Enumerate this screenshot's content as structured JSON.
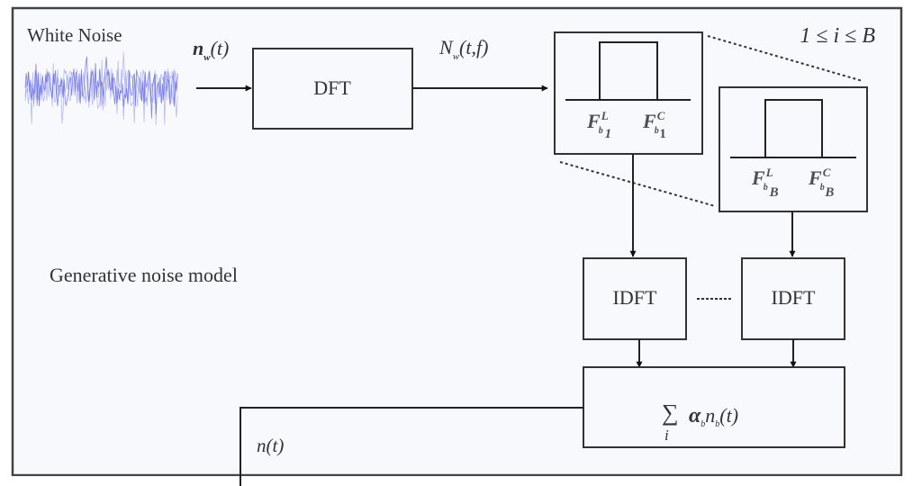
{
  "diagram": {
    "title": "Generative noise model",
    "range_label": "1 ≤ i ≤ B",
    "colors": {
      "panel_background": "#f8f9fd",
      "stroke": "#333333",
      "noise_signal": "#5a5ee0"
    },
    "input": {
      "label": "White Noise",
      "icon": "waveform-icon"
    },
    "signals": {
      "nw": {
        "base": "n",
        "sub": "w",
        "rest": "(t)"
      },
      "Nw": {
        "base": "N",
        "sub": "w",
        "rest": "(t,f)"
      },
      "output": {
        "text": "n(t)"
      }
    },
    "blocks": {
      "dft": {
        "label": "DFT"
      },
      "filter_first": {
        "left": {
          "base": "F",
          "sub": "b",
          "sup": "L",
          "idx": "1"
        },
        "right": {
          "base": "F",
          "sub": "b",
          "sup": "C",
          "idx": "1"
        }
      },
      "filter_last": {
        "left": {
          "base": "F",
          "sub": "b",
          "sup": "L",
          "idx": "B"
        },
        "right": {
          "base": "F",
          "sub": "b",
          "sup": "C",
          "idx": "B"
        }
      },
      "idft_first": {
        "label": "IDFT"
      },
      "idft_last": {
        "label": "IDFT"
      },
      "sum": {
        "sigma": "∑",
        "index": "i",
        "alpha": "α",
        "alpha_sub": "b",
        "n": "n",
        "n_sub": "b",
        "rest": "(t)"
      }
    }
  }
}
